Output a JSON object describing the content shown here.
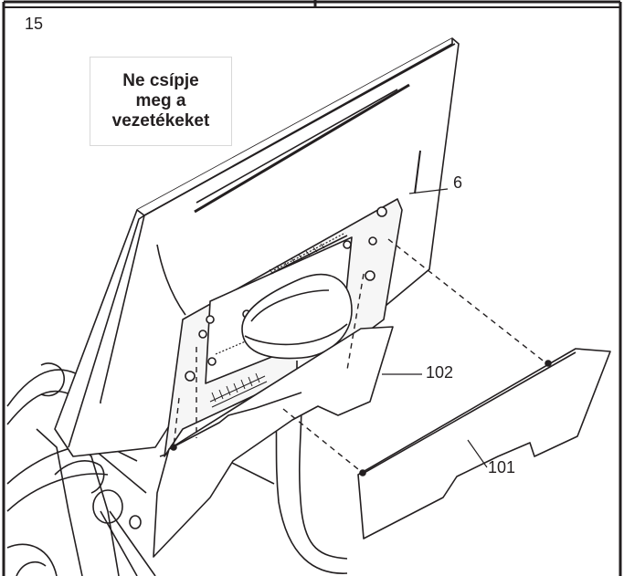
{
  "step": {
    "number": "15"
  },
  "warning": {
    "line1": "Ne csípje",
    "line2": "meg a",
    "line3": "vezetékeket"
  },
  "callouts": {
    "console": "6",
    "upper_shroud": "102",
    "lower_shroud": "101"
  },
  "colors": {
    "line": "#231f20",
    "background": "#ffffff"
  }
}
